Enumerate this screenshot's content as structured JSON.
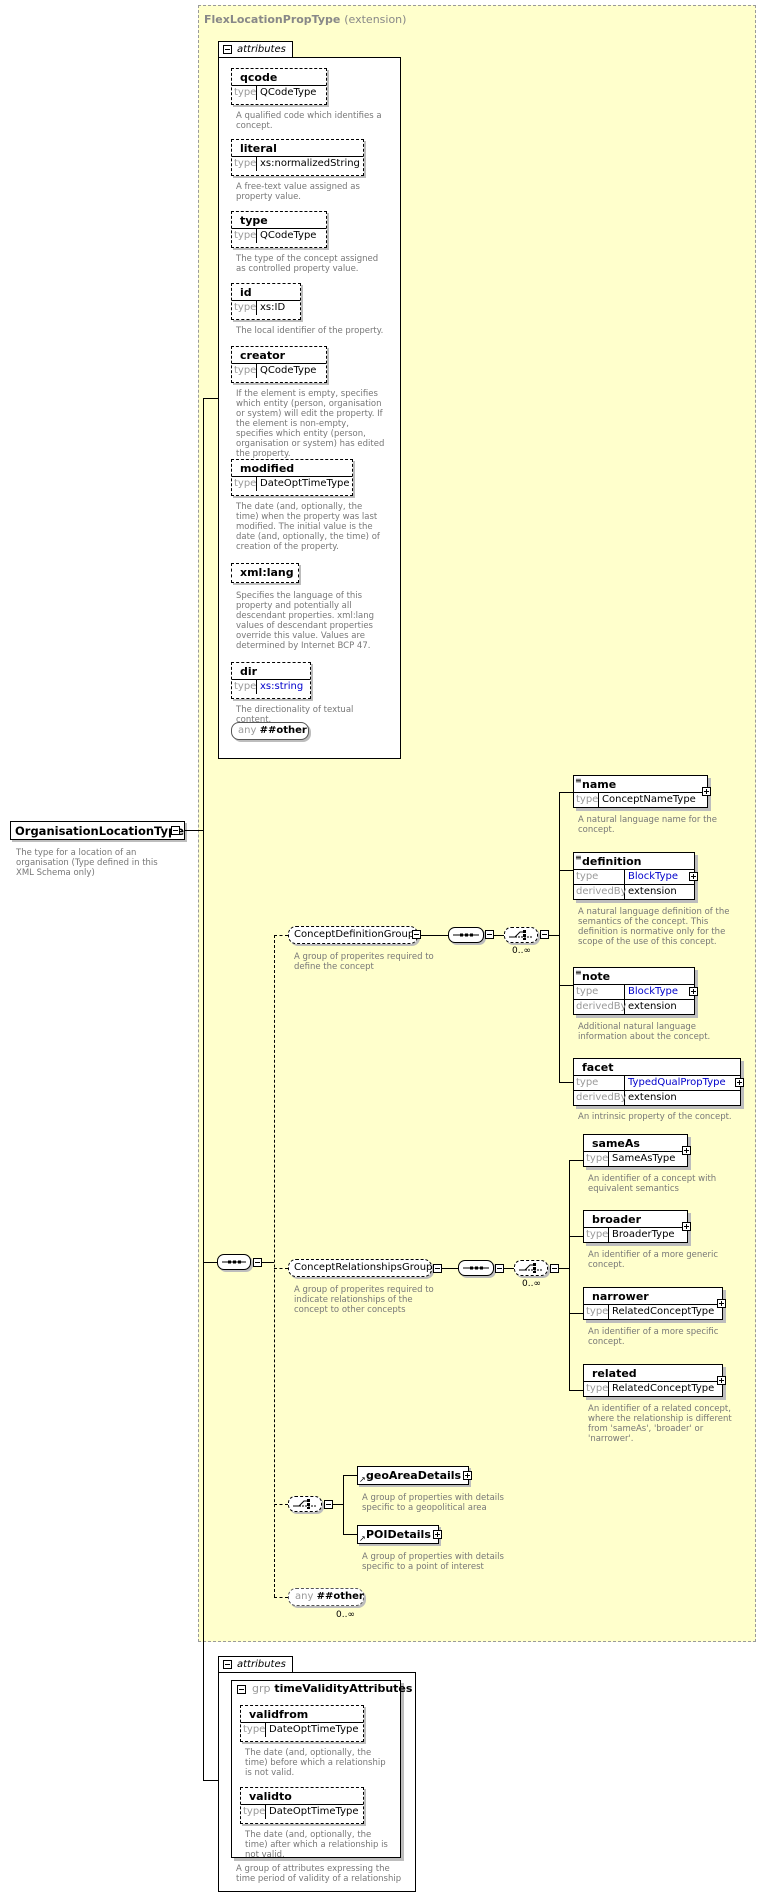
{
  "root": {
    "name": "OrganisationLocationType",
    "description": "The type for a location of an organisation (Type defined in this XML Schema only)"
  },
  "extension": {
    "type_name": "FlexLocationPropType",
    "kind": "(extension)"
  },
  "attributes_label": "attributes",
  "attributes": [
    {
      "name": "qcode",
      "type_label": "type",
      "type": "QCodeType",
      "description": "A qualified code which identifies a concept."
    },
    {
      "name": "literal",
      "type_label": "type",
      "type": "xs:normalizedString",
      "description": "A free-text value assigned as property value."
    },
    {
      "name": "type",
      "type_label": "type",
      "type": "QCodeType",
      "description": "The type of the concept assigned as controlled property value."
    },
    {
      "name": "id",
      "type_label": "type",
      "type": "xs:ID",
      "description": "The local identifier of the property."
    },
    {
      "name": "creator",
      "type_label": "type",
      "type": "QCodeType",
      "description": "If the element is empty, specifies which entity (person, organisation or system) will edit the property. If the element is non-empty, specifies which entity (person, organisation or system) has edited the property."
    },
    {
      "name": "modified",
      "type_label": "type",
      "type": "DateOptTimeType",
      "description": "The date (and, optionally, the time) when the property was last modified. The initial value is the date (and, optionally, the time) of creation of the property."
    },
    {
      "name": "xml:lang",
      "description": "Specifies the language of this property and potentially all descendant properties. xml:lang values of descendant properties override this value. Values are determined by Internet BCP 47."
    },
    {
      "name": "dir",
      "type_label": "type",
      "type": "xs:string",
      "description": "The directionality of textual content."
    }
  ],
  "any_attribute": {
    "kw": "any",
    "name": "##other"
  },
  "groups": {
    "concept_definition": {
      "name": "ConceptDefinitionGroup",
      "description": "A group of properites required to define the concept",
      "occurrence": "0..∞",
      "elements": [
        {
          "name": "name",
          "type_label": "type",
          "type": "ConceptNameType",
          "description": "A natural language name for the concept."
        },
        {
          "name": "definition",
          "type_label": "type",
          "type": "BlockType",
          "derived_label": "derivedBy",
          "derived": "extension",
          "description": "A natural language definition of the semantics of the concept. This definition is normative only for the scope of the use of this concept."
        },
        {
          "name": "note",
          "type_label": "type",
          "type": "BlockType",
          "derived_label": "derivedBy",
          "derived": "extension",
          "description": "Additional natural language information about the concept."
        },
        {
          "name": "facet",
          "type_label": "type",
          "type": "TypedQualPropType",
          "derived_label": "derivedBy",
          "derived": "extension",
          "description": "An intrinsic property of the concept."
        }
      ]
    },
    "concept_relationships": {
      "name": "ConceptRelationshipsGroup",
      "description": "A group of properites required to indicate relationships of the concept to other concepts",
      "occurrence": "0..∞",
      "elements": [
        {
          "name": "sameAs",
          "type_label": "type",
          "type": "SameAsType",
          "description": "An identifier of a concept with equivalent semantics"
        },
        {
          "name": "broader",
          "type_label": "type",
          "type": "BroaderType",
          "description": "An identifier of a more generic concept."
        },
        {
          "name": "narrower",
          "type_label": "type",
          "type": "RelatedConceptType",
          "description": "An identifier of a more specific concept."
        },
        {
          "name": "related",
          "type_label": "type",
          "type": "RelatedConceptType",
          "description": "An identifier of a related concept, where the relationship is different from 'sameAs', 'broader' or 'narrower'."
        }
      ]
    },
    "choice_elements": [
      {
        "name": "geoAreaDetails",
        "description": "A group of properties with details specific to a geopolitical area"
      },
      {
        "name": "POIDetails",
        "description": "A group of properties with details specific to a point of interest"
      }
    ],
    "any_element": {
      "kw": "any",
      "name": "##other",
      "occurrence": "0..∞"
    }
  },
  "time_validity": {
    "attributes_label": "attributes",
    "group_kw": "grp",
    "group_name": "timeValidityAttributes",
    "description": "A group of attributes expressing the time period of validity of a relationship",
    "attributes": [
      {
        "name": "validfrom",
        "type_label": "type",
        "type": "DateOptTimeType",
        "description": "The date (and, optionally, the time) before which a relationship is not valid."
      },
      {
        "name": "validto",
        "type_label": "type",
        "type": "DateOptTimeType",
        "description": "The date (and, optionally, the time) after which a relationship is not valid."
      }
    ]
  }
}
